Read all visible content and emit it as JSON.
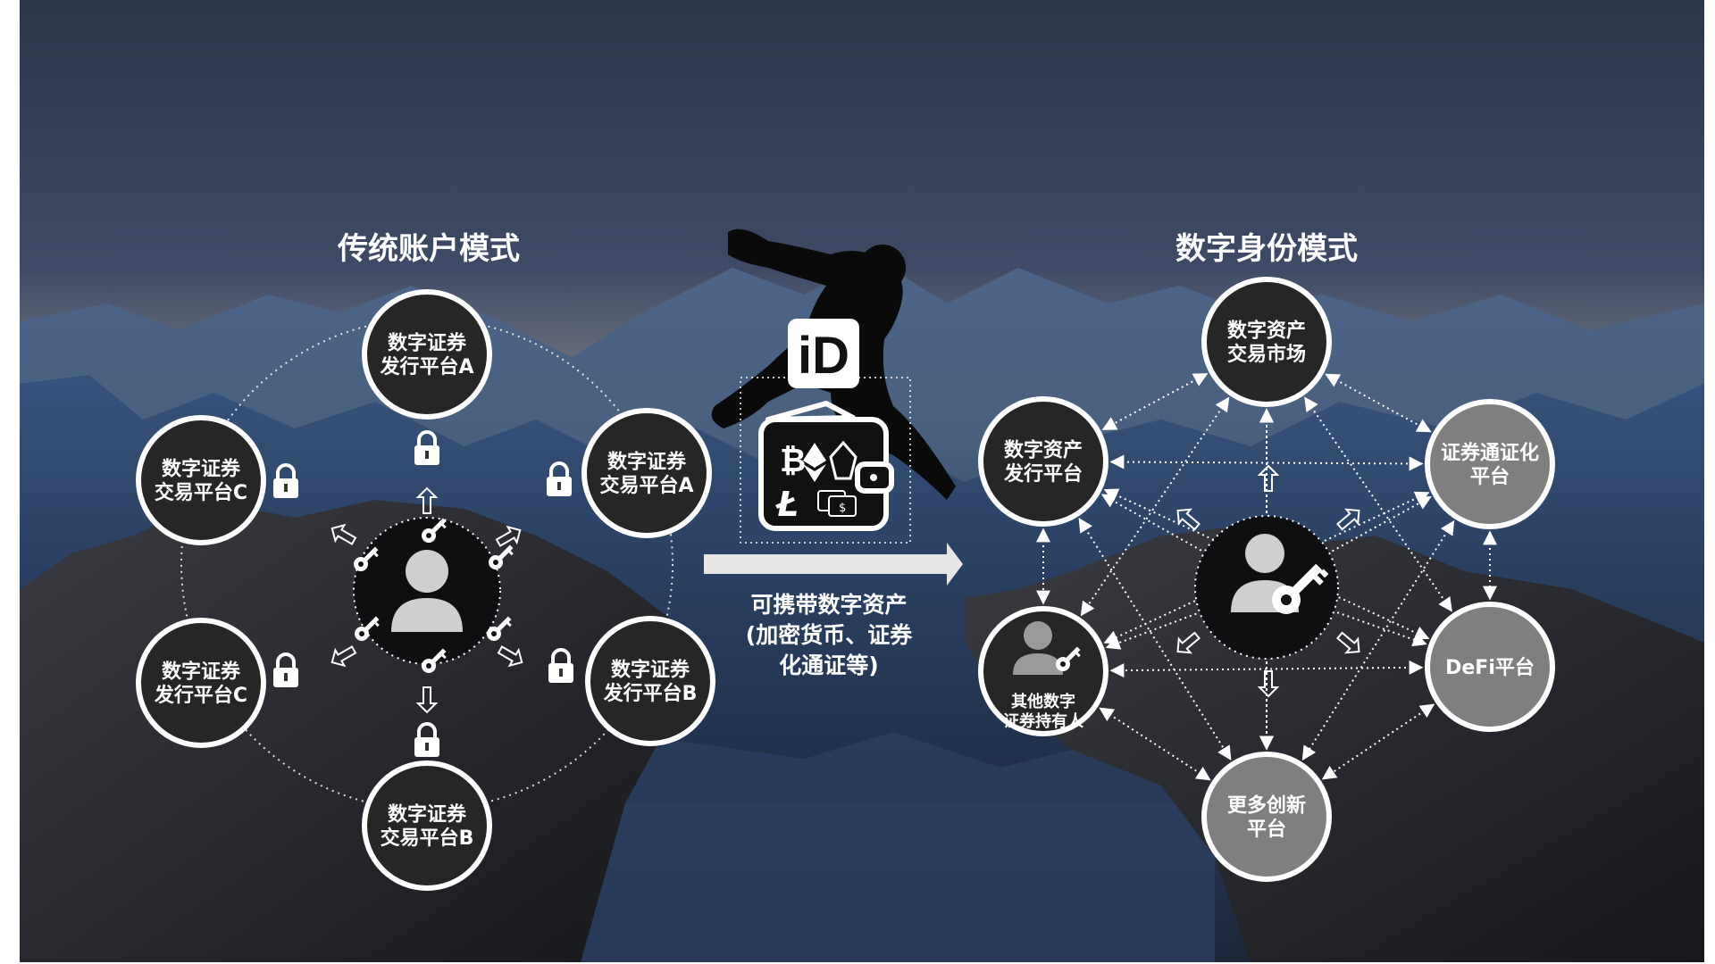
{
  "left": {
    "title": "传统账户模式",
    "nodes": [
      {
        "id": "issuer-a",
        "lines": [
          "数字证券",
          "发行平台A"
        ]
      },
      {
        "id": "exchange-a",
        "lines": [
          "数字证券",
          "交易平台A"
        ]
      },
      {
        "id": "issuer-b",
        "lines": [
          "数字证券",
          "发行平台B"
        ]
      },
      {
        "id": "exchange-b",
        "lines": [
          "数字证券",
          "交易平台B"
        ]
      },
      {
        "id": "issuer-c",
        "lines": [
          "数字证券",
          "发行平台C"
        ]
      },
      {
        "id": "exchange-c",
        "lines": [
          "数字证券",
          "交易平台C"
        ]
      }
    ]
  },
  "middle": {
    "id_badge": "iD",
    "caption": [
      "可携带数字资产",
      "(加密货币、证券",
      "化通证等)"
    ]
  },
  "right": {
    "title": "数字身份模式",
    "nodes": [
      {
        "id": "asset-market",
        "lines": [
          "数字资产",
          "交易市场"
        ],
        "tone": "dark"
      },
      {
        "id": "asset-issuer",
        "lines": [
          "数字资产",
          "发行平台"
        ],
        "tone": "dark"
      },
      {
        "id": "tokenization",
        "lines": [
          "证券通证化",
          "平台"
        ],
        "tone": "gray"
      },
      {
        "id": "defi",
        "lines": [
          "DeFi平台"
        ],
        "tone": "gray"
      },
      {
        "id": "innovation",
        "lines": [
          "更多创新",
          "平台"
        ],
        "tone": "gray"
      },
      {
        "id": "holders",
        "lines": [
          "其他数字",
          "证券持有人"
        ],
        "tone": "dark"
      }
    ]
  },
  "colors": {
    "sky_top": "#2e3a52",
    "sky_mid": "#46536f",
    "horizon": "#8a8f9c",
    "mountain": "#3d5a80",
    "rock": "#24262c",
    "node_dark": "#262626",
    "node_gray": "#7f7f7f",
    "stroke": "#ffffff"
  },
  "icons": [
    "person-icon",
    "key-icon",
    "lock-icon",
    "wallet-icon",
    "bitcoin-icon",
    "ethereum-icon",
    "eos-icon",
    "litecoin-icon",
    "card-icon",
    "arrow-right-icon",
    "jumper-silhouette"
  ]
}
